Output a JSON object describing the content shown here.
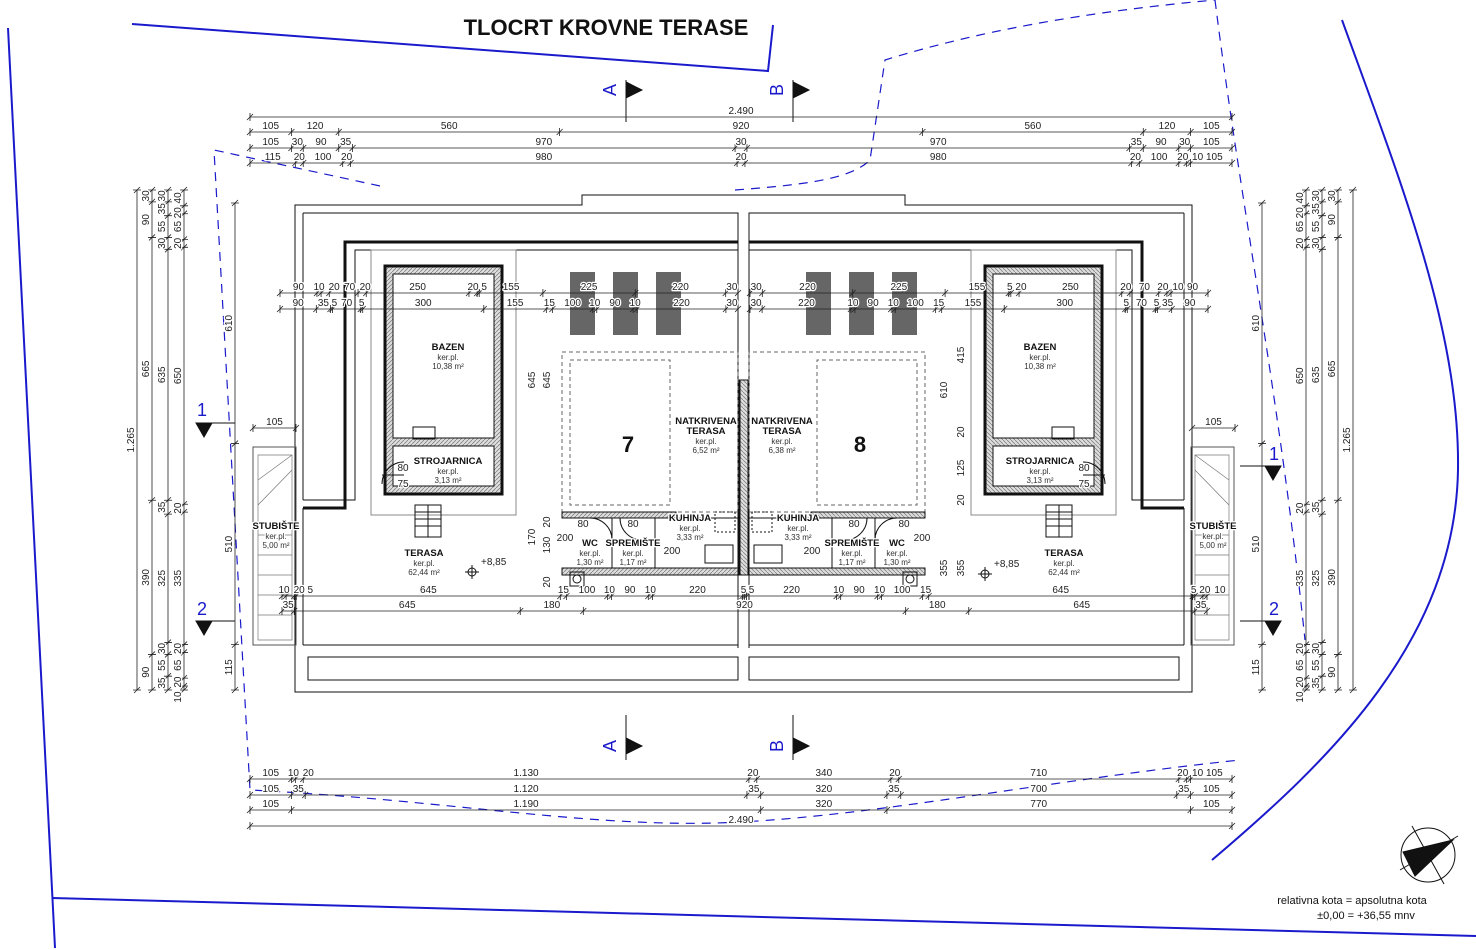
{
  "title": "TLOCRT KROVNE TERASE",
  "sections": {
    "a": "A",
    "b": "B",
    "one": "1",
    "two": "2"
  },
  "elevation": "+8,85",
  "legend": {
    "line1": "relativna kota = apsolutna kota",
    "line2": "±0,00 = +36,55 mnv"
  },
  "colors": {
    "property_line": "#1a1acc",
    "solar_panel": "#666666",
    "ink": "#111111"
  },
  "units": [
    {
      "number": "7",
      "rooms": [
        {
          "name": [
            "BAZEN"
          ],
          "floor": "ker.pl.",
          "area": "10,38 m²"
        },
        {
          "name": [
            "STROJARNICA"
          ],
          "floor": "ker.pl.",
          "area": "3,13 m²"
        },
        {
          "name": [
            "TERASA"
          ],
          "floor": "ker.pl.",
          "area": "62,44 m²"
        },
        {
          "name": [
            "STUBIŠTE"
          ],
          "floor": "ker.pl.",
          "area": "5,00 m²"
        },
        {
          "name": [
            "NATKRIVENA",
            "TERASA"
          ],
          "floor": "ker.pl.",
          "area": "6,52 m²"
        },
        {
          "name": [
            "KUHINJA"
          ],
          "floor": "ker.pl.",
          "area": "3,33 m²"
        },
        {
          "name": [
            "WC"
          ],
          "floor": "ker.pl.",
          "area": "1,30 m²"
        },
        {
          "name": [
            "SPREMIŠTE"
          ],
          "floor": "ker.pl.",
          "area": "1,17 m²"
        }
      ],
      "door_dims": [
        "80",
        "75",
        "80",
        "200",
        "80",
        "200"
      ]
    },
    {
      "number": "8",
      "rooms": [
        {
          "name": [
            "BAZEN"
          ],
          "floor": "ker.pl.",
          "area": "10,38 m²"
        },
        {
          "name": [
            "STROJARNICA"
          ],
          "floor": "ker.pl.",
          "area": "3,13 m²"
        },
        {
          "name": [
            "TERASA"
          ],
          "floor": "ker.pl.",
          "area": "62,44 m²"
        },
        {
          "name": [
            "STUBIŠTE"
          ],
          "floor": "ker.pl.",
          "area": "5,00 m²"
        },
        {
          "name": [
            "NATKRIVENA",
            "TERASA"
          ],
          "floor": "ker.pl.",
          "area": "6,38 m²"
        },
        {
          "name": [
            "KUHINJA"
          ],
          "floor": "ker.pl.",
          "area": "3,33 m²"
        },
        {
          "name": [
            "WC"
          ],
          "floor": "ker.pl.",
          "area": "1,30 m²"
        },
        {
          "name": [
            "SPREMIŠTE"
          ],
          "floor": "ker.pl.",
          "area": "1,17 m²"
        }
      ],
      "door_dims": [
        "80",
        "75",
        "80",
        "200",
        "80",
        "200"
      ]
    }
  ],
  "dimensions": {
    "top_overall": [
      "2.490"
    ],
    "top_row1": [
      "105",
      "120",
      "560",
      "920",
      "560",
      "120",
      "105"
    ],
    "top_row2": [
      "105",
      "30",
      "90",
      "35",
      "970",
      "30",
      "970",
      "35",
      "90",
      "30",
      "105"
    ],
    "top_row3": [
      "115",
      "20",
      "100",
      "20",
      "980",
      "20",
      "980",
      "20",
      "100",
      "20",
      "10",
      "105"
    ],
    "bottom_row1": [
      "105",
      "10",
      "20",
      "1.130",
      "20",
      "340",
      "20",
      "710",
      "20",
      "10",
      "105"
    ],
    "bottom_row2": [
      "105",
      "35",
      "1.120",
      "35",
      "320",
      "35",
      "700",
      "35",
      "105"
    ],
    "bottom_row3": [
      "105",
      "1.190",
      "320",
      "770",
      "105"
    ],
    "bottom_overall": [
      "2.490"
    ],
    "interior_left_row1": [
      "90",
      "10",
      "20",
      "70",
      "20",
      "250",
      "20",
      "5",
      "155",
      "225",
      "220",
      "30"
    ],
    "interior_left_row2": [
      "90",
      "35",
      "5",
      "70",
      "5",
      "300",
      "155",
      "15",
      "100",
      "10",
      "90",
      "10",
      "220",
      "30"
    ],
    "interior_right_row1": [
      "30",
      "220",
      "225",
      "155",
      "5",
      "20",
      "250",
      "20",
      "70",
      "20",
      "10",
      "90"
    ],
    "interior_right_row2": [
      "30",
      "220",
      "10",
      "90",
      "10",
      "100",
      "15",
      "155",
      "300",
      "5",
      "70",
      "5",
      "35",
      "90"
    ],
    "interior_bottom_row1": [
      "10",
      "20",
      "5",
      "645",
      "15",
      "100",
      "10",
      "90",
      "10",
      "220",
      "5",
      "5",
      "220",
      "10",
      "90",
      "10",
      "100",
      "15",
      "645",
      "5",
      "20",
      "10"
    ],
    "interior_bottom_row2": [
      "35",
      "645",
      "180",
      "920",
      "180",
      "645",
      "35"
    ],
    "left_overall": [
      "1.265"
    ],
    "left_col_a": [
      "30",
      "90",
      "665",
      "390",
      "90"
    ],
    "left_col_b": [
      "30",
      "35",
      "55",
      "30",
      "635",
      "35",
      "325",
      "30",
      "55",
      "35"
    ],
    "left_col_c": [
      "40",
      "20",
      "65",
      "20",
      "650",
      "20",
      "335",
      "20",
      "65",
      "20",
      "10"
    ],
    "left_near": [
      "610",
      "510",
      "115"
    ],
    "left_stair_width": [
      "105"
    ],
    "right_overall": [
      "1.265"
    ],
    "right_col_a": [
      "30",
      "90",
      "665",
      "390",
      "90"
    ],
    "right_col_b": [
      "30",
      "35",
      "55",
      "30",
      "635",
      "35",
      "325",
      "30",
      "55",
      "35"
    ],
    "right_col_c": [
      "40",
      "20",
      "65",
      "20",
      "650",
      "20",
      "335",
      "20",
      "65",
      "20",
      "10"
    ],
    "right_near": [
      "610",
      "510",
      "115"
    ],
    "right_stair_width": [
      "105"
    ],
    "center_left_outer": [
      "645",
      "170"
    ],
    "center_left_inner": [
      "645",
      "20",
      "130",
      "20"
    ],
    "center_right_outer": [
      "610",
      "355"
    ],
    "center_right_inner": [
      "415",
      "20",
      "125",
      "20",
      "355"
    ]
  }
}
